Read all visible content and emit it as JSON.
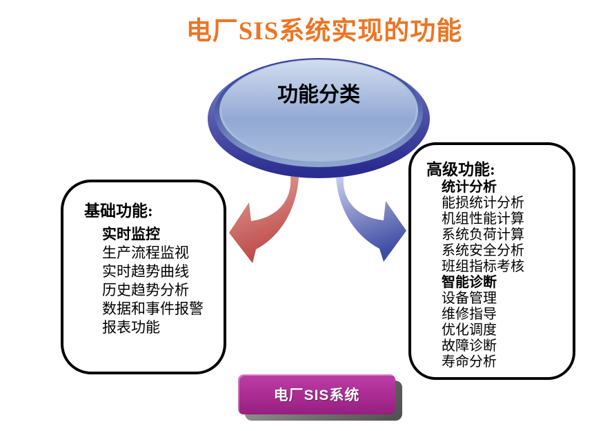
{
  "title": "电厂SIS系统实现的功能",
  "hub": {
    "label": "功能分类"
  },
  "basic": {
    "header": "基础功能:",
    "items": [
      {
        "text": "实时监控",
        "bold": true
      },
      {
        "text": "生产流程监视",
        "bold": false
      },
      {
        "text": "实时趋势曲线",
        "bold": false
      },
      {
        "text": "历史趋势分析",
        "bold": false
      },
      {
        "text": "数据和事件报警",
        "bold": false
      },
      {
        "text": "报表功能",
        "bold": false
      }
    ]
  },
  "advanced": {
    "header": "高级功能:",
    "items": [
      {
        "text": "统计分析",
        "bold": true
      },
      {
        "text": "能损统计分析",
        "bold": false
      },
      {
        "text": "机组性能计算",
        "bold": false
      },
      {
        "text": "系统负荷计算",
        "bold": false
      },
      {
        "text": "系统安全分析",
        "bold": false
      },
      {
        "text": "班组指标考核",
        "bold": false
      },
      {
        "text": "智能诊断",
        "bold": true
      },
      {
        "text": "设备管理",
        "bold": false
      },
      {
        "text": "维修指导",
        "bold": false
      },
      {
        "text": "优化调度",
        "bold": false
      },
      {
        "text": "故障诊断",
        "bold": false
      },
      {
        "text": "寿命分析",
        "bold": false
      }
    ]
  },
  "footer": {
    "label": "电厂SIS系统"
  },
  "colors": {
    "title": "#ED7524",
    "arrow-red": "#C0504D",
    "arrow-blue": "#4656AC",
    "disc-dark": "#2E3192",
    "disc-face": "#C9D5EA",
    "footer-magenta": "#A62B8F",
    "footer-shadow": "#6E6E6E",
    "box-border": "#000000"
  }
}
